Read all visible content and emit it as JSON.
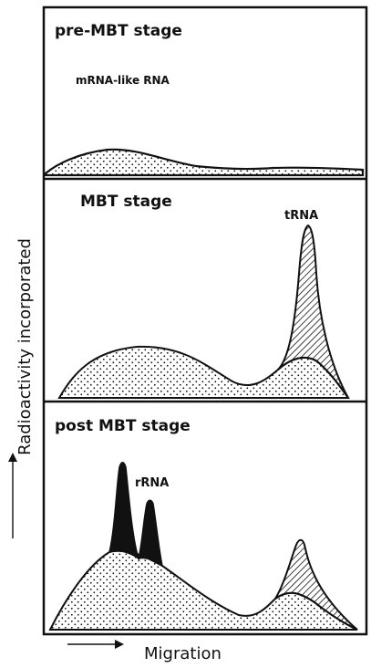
{
  "y_axis_label": "Radioactivity incorporated",
  "x_axis_label": "Migration",
  "panels": [
    {
      "title": "pre-MBT stage",
      "annotations": [
        "mRNA-like RNA"
      ]
    },
    {
      "title": "MBT stage",
      "annotations": [
        "tRNA"
      ]
    },
    {
      "title": "post MBT stage",
      "annotations": [
        "rRNA"
      ]
    }
  ],
  "colors": {
    "ink": "#111111",
    "paper": "#ffffff"
  }
}
